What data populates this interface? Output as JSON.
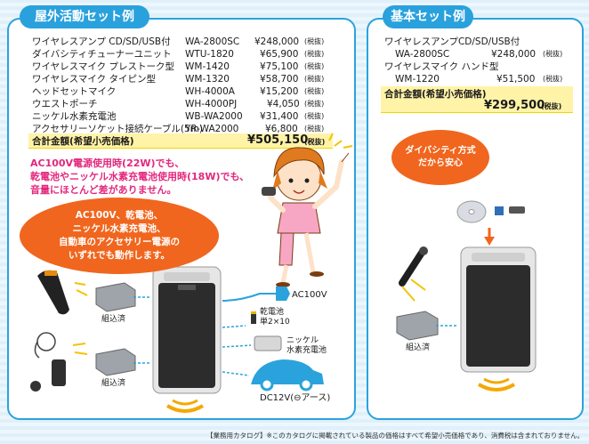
{
  "left": {
    "tab": "屋外活動セット例",
    "items": [
      {
        "name": "ワイヤレスアンプ CD/SD/USB付",
        "model": "WA-2800SC",
        "price": "¥248,000",
        "tax": "(税抜)"
      },
      {
        "name": "ダイバシティチューナーユニット",
        "model": "WTU-1820",
        "price": "¥65,900",
        "tax": "(税抜)"
      },
      {
        "name": "ワイヤレスマイク プレストーク型",
        "model": "WM-1420",
        "price": "¥75,100",
        "tax": "(税抜)"
      },
      {
        "name": "ワイヤレスマイク タイピン型",
        "model": "WM-1320",
        "price": "¥58,700",
        "tax": "(税抜)"
      },
      {
        "name": "ヘッドセットマイク",
        "model": "WH-4000A",
        "price": "¥15,200",
        "tax": "(税抜)"
      },
      {
        "name": "ウエストポーチ",
        "model": "WH-4000PJ",
        "price": "¥4,050",
        "tax": "(税抜)"
      },
      {
        "name": "ニッケル水素充電池",
        "model": "WB-WA2000",
        "price": "¥31,400",
        "tax": "(税抜)"
      },
      {
        "name": "アクセサリーソケット接続ケーブル(5m)",
        "model": "YR-WA2000",
        "price": "¥6,800",
        "tax": "(税抜)"
      }
    ],
    "total_label": "合計金額(希望小売価格)",
    "total_price": "¥505,150",
    "total_tax": "(税抜)",
    "note_lines": [
      "AC100V電源使用時(22W)でも、",
      "乾電池やニッケル水素充電池使用時(18W)でも、",
      "音量にほとんど差がありません。"
    ],
    "bubble_lines": [
      "AC100V、乾電池、",
      "ニッケル水素充電池、",
      "自動車のアクセサリー電源の",
      "いずれでも動作します。"
    ],
    "builtin_label_1": "組込済",
    "builtin_label_2": "組込済",
    "ac_label": "AC100V",
    "battery_label_1": "乾電池",
    "battery_label_2": "単2×10",
    "nimh_label_1": "ニッケル",
    "nimh_label_2": "水素充電池",
    "dc_label": "DC12V(⊖アース)"
  },
  "right": {
    "tab": "基本セット例",
    "items": [
      {
        "name": "ワイヤレスアンプCD/SD/USB付",
        "model": "WA-2800SC",
        "price": "¥248,000",
        "tax": "(税抜)"
      },
      {
        "name": "ワイヤレスマイク ハンド型",
        "model": "WM-1220",
        "price": "¥51,500",
        "tax": "(税抜)"
      }
    ],
    "total_label": "合計金額(希望小売価格)",
    "total_price": "¥299,500",
    "total_tax": "(税抜)",
    "bubble_lines": [
      "ダイバシティ方式",
      "だから安心"
    ],
    "builtin_label": "組込済"
  },
  "footer": "【業務用カタログ】※このカタログに掲載されている製品の価格はすべて希望小売価格であり、消費税は含まれておりません。",
  "colors": {
    "accent": "#2aa3dc",
    "orange": "#f0661e",
    "pink": "#e3277d",
    "yellow": "#fff3a8"
  }
}
